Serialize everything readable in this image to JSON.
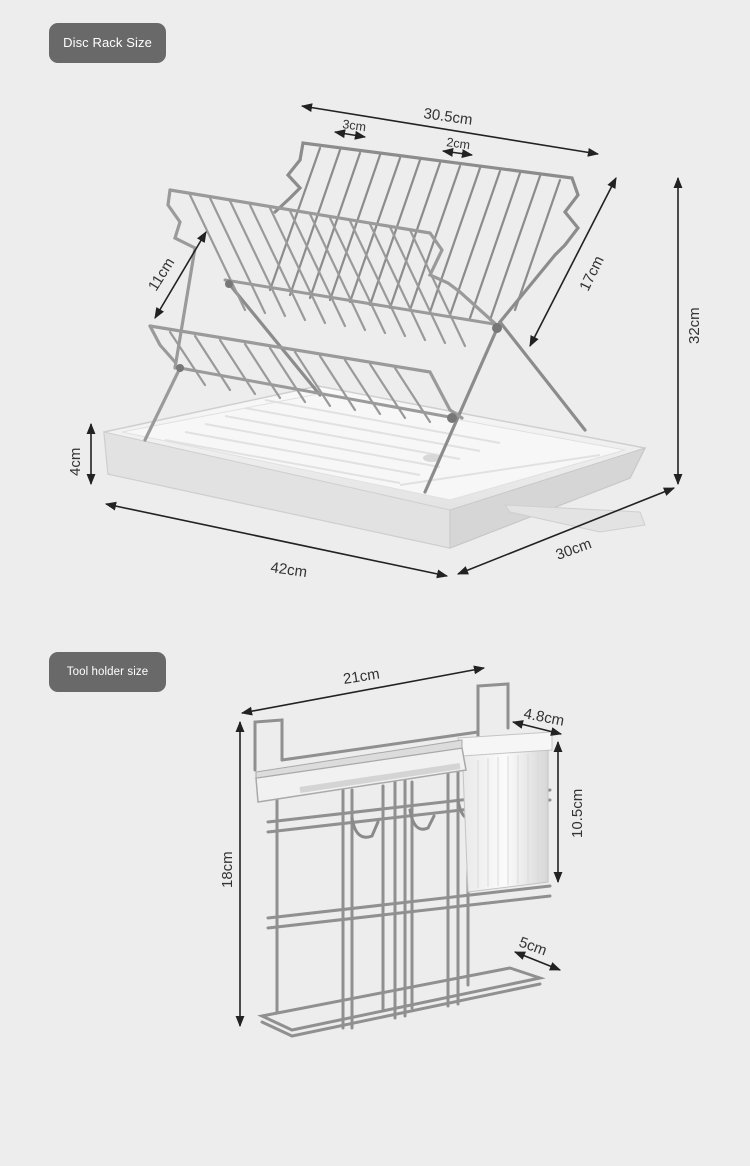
{
  "disc_rack": {
    "label": "Disc Rack Size",
    "dimensions": {
      "top_width": "30.5cm",
      "slot_spacing_a": "3cm",
      "slot_spacing_b": "2cm",
      "front_rack_height": "11cm",
      "rear_rack_height": "17cm",
      "total_height": "32cm",
      "tray_height": "4cm",
      "tray_length": "42cm",
      "tray_depth": "30cm"
    }
  },
  "tool_holder": {
    "label": "Tool holder size",
    "dimensions": {
      "width": "21cm",
      "cup_depth": "4.8cm",
      "cup_height": "10.5cm",
      "total_height": "18cm",
      "base_depth": "5cm"
    }
  },
  "colors": {
    "background": "#ededed",
    "tag": "#696969",
    "metal": "#8c8c8c",
    "tray": "#f4f4f4",
    "arrow": "#222222"
  }
}
